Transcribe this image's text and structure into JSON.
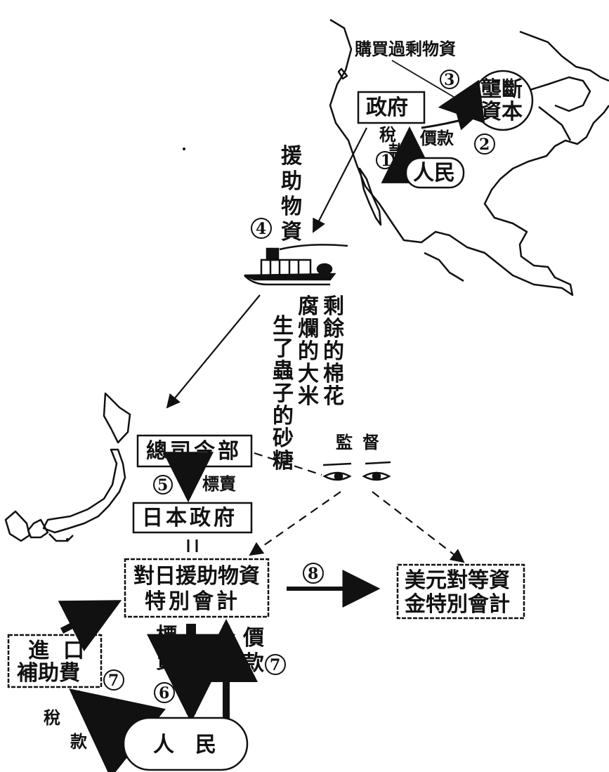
{
  "top": {
    "surplus_purchase": "購買過剩物資",
    "government": "政府",
    "monopoly_capital": [
      "壟斷",
      "資本"
    ],
    "tax": [
      "稅",
      "款"
    ],
    "payment": "價款",
    "people": "人民",
    "aid_goods": [
      "援",
      "助",
      "物",
      "資"
    ]
  },
  "cargo": {
    "col1": [
      "剩",
      "餘",
      "的",
      "棉",
      "花"
    ],
    "col2": [
      "腐",
      "爛",
      "的",
      "大",
      "米"
    ],
    "col3": [
      "生",
      "了",
      "蟲",
      "子",
      "的",
      "砂",
      "糖"
    ]
  },
  "supervision": "監督",
  "boxes": {
    "ghq": "總司令部",
    "sale_short": "標賣",
    "japan_gov": "日本政府",
    "special_account": [
      "對日援助物資",
      "特別會計"
    ],
    "dollar_fund": [
      "美元對等資",
      "金特別會計"
    ],
    "import_subsidy": [
      "進口",
      "補助費"
    ]
  },
  "bottom": {
    "sale": [
      "標",
      "賣"
    ],
    "payment": [
      "價",
      "款"
    ],
    "tax": [
      "稅",
      "款"
    ],
    "people": "人　民"
  },
  "markers": [
    "1",
    "2",
    "3",
    "4",
    "5",
    "6",
    "7",
    "7",
    "8"
  ]
}
